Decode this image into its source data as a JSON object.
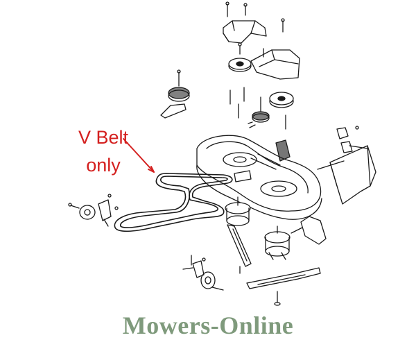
{
  "callout": {
    "line1": "V Belt",
    "line2": "only"
  },
  "watermark": {
    "text": "Mowers-Online"
  },
  "colors": {
    "callout": "#d4201f",
    "watermark": "#7f9a7c",
    "linework": "#1a1a1a",
    "background": "#ffffff"
  }
}
